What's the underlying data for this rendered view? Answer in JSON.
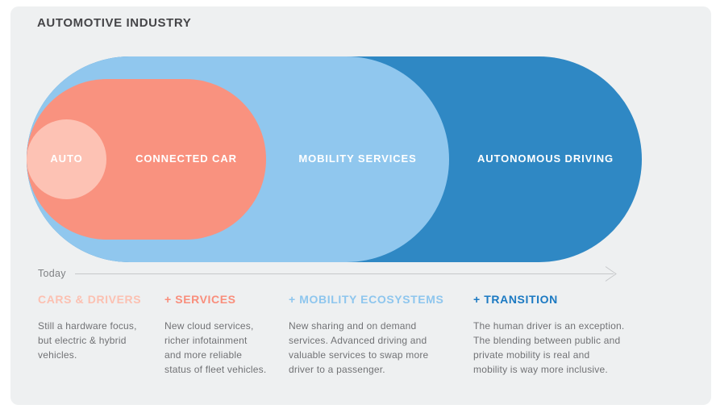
{
  "title": "AUTOMOTIVE INDUSTRY",
  "colors": {
    "page_background": "#ffffff",
    "card_background": "#eef0f1",
    "title_text": "#454548",
    "stage_label_text": "#ffffff",
    "body_text": "#717275",
    "today_text": "#7f8184",
    "timeline_line": "#c6c8ca"
  },
  "diagram": {
    "stages": [
      {
        "label": "AUTO",
        "color": "#fdc2b4"
      },
      {
        "label": "CONNECTED CAR",
        "color": "#f9927f"
      },
      {
        "label": "MOBILITY SERVICES",
        "color": "#90c7ee"
      },
      {
        "label": "AUTONOMOUS DRIVING",
        "color": "#2f88c4"
      }
    ]
  },
  "timeline": {
    "label": "Today"
  },
  "columns": [
    {
      "heading": "CARS & DRIVERS",
      "color": "#fcc0b1",
      "body": "Still a hardware focus,\nbut electric & hybrid\nvehicles."
    },
    {
      "heading": "+ SERVICES",
      "color": "#f98e7c",
      "body": "New cloud services,\nricher infotainment\nand more reliable\nstatus of fleet vehicles."
    },
    {
      "heading": "+ MOBILITY ECOSYSTEMS",
      "color": "#8ec6ee",
      "body": "New sharing and on demand\nservices. Advanced driving and\nvaluable services to swap more\ndriver to a passenger."
    },
    {
      "heading": "+ TRANSITION",
      "color": "#1b79c2",
      "body": "The human driver is an exception.\nThe blending between public and\nprivate mobility is real and\nmobility is way more inclusive."
    }
  ]
}
